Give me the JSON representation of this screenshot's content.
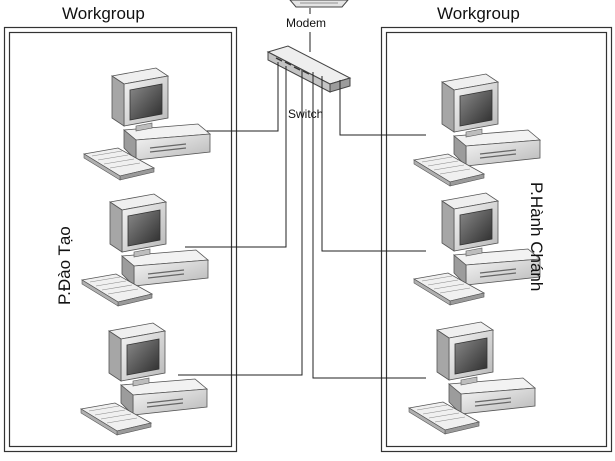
{
  "diagram": {
    "left_group": {
      "header": "Workgroup",
      "department": "P.Đào Tạo",
      "computers": [
        {
          "id": "left-pc-1"
        },
        {
          "id": "left-pc-2"
        },
        {
          "id": "left-pc-3"
        }
      ]
    },
    "right_group": {
      "header": "Workgroup",
      "department": "P.Hành Chánh",
      "computers": [
        {
          "id": "right-pc-1"
        },
        {
          "id": "right-pc-2"
        },
        {
          "id": "right-pc-3"
        }
      ]
    },
    "modem_label": "Modem",
    "switch_label": "Switch",
    "icons": [
      "modem-icon",
      "switch-icon",
      "desktop-computer-icon"
    ],
    "colors": {
      "line": "#222222",
      "box_border": "#333333",
      "computer_body": "#e6e6e6",
      "computer_shadow": "#9a9a9a",
      "screen": "#4a4a4a"
    }
  }
}
